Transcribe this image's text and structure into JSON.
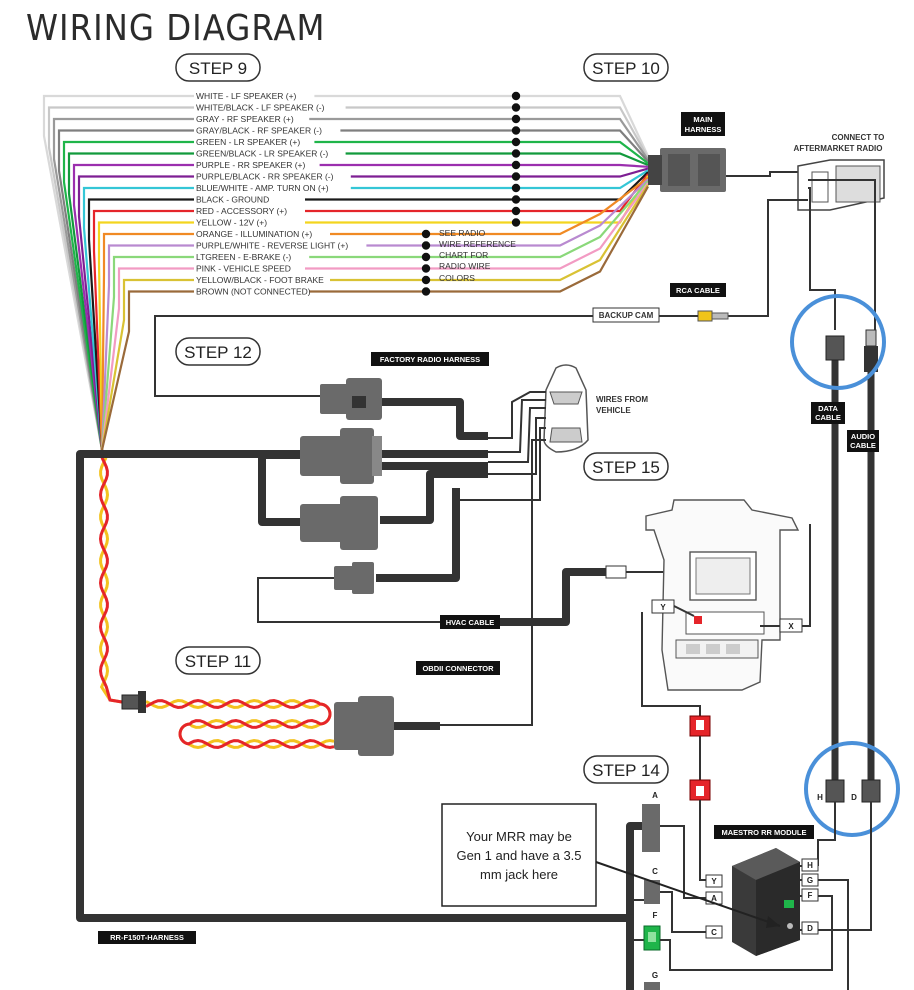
{
  "title": "WIRING DIAGRAM",
  "steps": {
    "s9": "STEP 9",
    "s10": "STEP 10",
    "s11": "STEP 11",
    "s12": "STEP 12",
    "s14": "STEP 14",
    "s15": "STEP 15"
  },
  "wires": [
    {
      "label": "WHITE - LF SPEAKER (+)",
      "color": "#d9d9d9"
    },
    {
      "label": "WHITE/BLACK - LF SPEAKER (-)",
      "color": "#c8c8c8"
    },
    {
      "label": "GRAY - RF SPEAKER (+)",
      "color": "#9a9a9a"
    },
    {
      "label": "GRAY/BLACK - RF SPEAKER (-)",
      "color": "#7f7f7f"
    },
    {
      "label": "GREEN - LR SPEAKER (+)",
      "color": "#1fb54a"
    },
    {
      "label": "GREEN/BLACK - LR SPEAKER (-)",
      "color": "#129a3c"
    },
    {
      "label": "PURPLE - RR SPEAKER (+)",
      "color": "#9b2fae"
    },
    {
      "label": "PURPLE/BLACK - RR SPEAKER (-)",
      "color": "#7e1f93"
    },
    {
      "label": "BLUE/WHITE - AMP. TURN ON (+)",
      "color": "#34c6d6"
    },
    {
      "label": "BLACK - GROUND",
      "color": "#1a1a1a"
    },
    {
      "label": "RED - ACCESSORY (+)",
      "color": "#e5252a"
    },
    {
      "label": "YELLOW - 12V (+)",
      "color": "#f3d51f"
    },
    {
      "label": "ORANGE - ILLUMINATION (+)",
      "color": "#f08a24"
    },
    {
      "label": "PURPLE/WHITE - REVERSE LIGHT (+)",
      "color": "#b98ad0"
    },
    {
      "label": "LTGREEN - E-BRAKE (-)",
      "color": "#8ad87a"
    },
    {
      "label": "PINK - VEHICLE SPEED",
      "color": "#f29bc3"
    },
    {
      "label": "YELLOW/BLACK - FOOT BRAKE",
      "color": "#d9c234"
    },
    {
      "label": "BROWN (NOT CONNECTED)",
      "color": "#9a6a3a"
    }
  ],
  "radio_ref": [
    "SEE RADIO",
    "WIRE REFERENCE",
    "CHART FOR",
    "RADIO WIRE",
    "COLORS"
  ],
  "labels": {
    "main_harness_1": "MAIN",
    "main_harness_2": "HARNESS",
    "connect_1": "CONNECT TO",
    "connect_2": "AFTERMARKET RADIO",
    "rca_cable": "RCA CABLE",
    "backup_cam": "BACKUP CAM",
    "factory_radio_harness": "FACTORY RADIO HARNESS",
    "wires_from_1": "WIRES FROM",
    "wires_from_2": "VEHICLE",
    "data_cable_1": "DATA",
    "data_cable_2": "CABLE",
    "audio_cable_1": "AUDIO",
    "audio_cable_2": "CABLE",
    "hvac_cable": "HVAC CABLE",
    "obdii_connector": "OBDII CONNECTOR",
    "maestro_module": "MAESTRO RR MODULE",
    "harness": "RR-F150T-HARNESS"
  },
  "note": [
    "Your MRR may be",
    "Gen 1 and have a 3.5",
    "mm jack here"
  ],
  "ports": {
    "y": "Y",
    "x": "X",
    "h": "H",
    "d": "D",
    "a": "A",
    "c": "C",
    "f": "F",
    "g": "G",
    "mod_h": "H",
    "mod_g": "G",
    "mod_f": "F",
    "mod_d": "D",
    "mod_y": "Y",
    "mod_a": "A",
    "mod_c": "C"
  },
  "colors": {
    "highlight_circle": "#4a90d9",
    "twisted_red": "#e5252a",
    "twisted_yellow": "#f3c21f",
    "connector_red": "#e5252a",
    "connector_green": "#1fb54a",
    "cable_dark": "#333333"
  }
}
